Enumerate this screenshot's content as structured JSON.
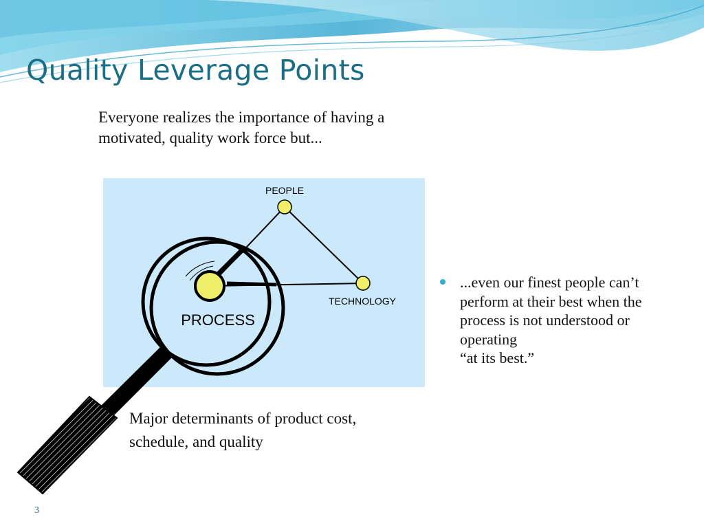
{
  "slide": {
    "title": "Quality Leverage Points",
    "intro": [
      "Everyone realizes the importance of having a",
      "motivated, quality work force but..."
    ],
    "diagram": {
      "label_people": "PEOPLE",
      "label_technology": "TECHNOLOGY",
      "label_process": "PROCESS"
    },
    "caption": [
      "Major determinants of product cost,",
      "schedule, and quality"
    ],
    "bullet": [
      "...even our finest people can’t",
      "perform at their best when the",
      "process is not understood or",
      "operating",
      "“at its best.”"
    ],
    "slide_number": "3"
  },
  "colors": {
    "title": "#1c6e86",
    "diagram_background": "#cbe9fb",
    "node_fill": "#f0ef6a",
    "bullet": "#2fb0cf"
  }
}
